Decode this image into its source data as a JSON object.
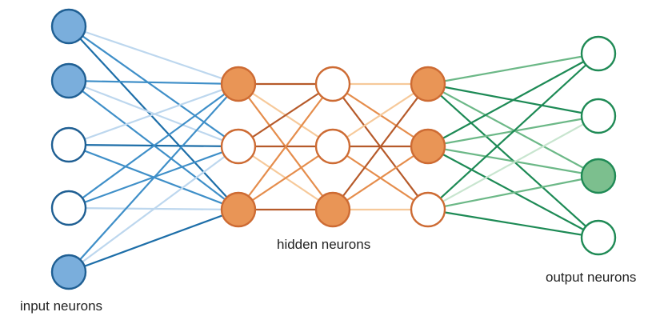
{
  "labels": {
    "input": "input neurons",
    "hidden": "hidden neurons",
    "output": "output neurons"
  },
  "colors": {
    "input_stroke": "#1f5f93",
    "input_active_fill": "#7aaedc",
    "input_edge_dark": "#1d6ea8",
    "input_edge_mid": "#3f8fc8",
    "input_edge_light": "#bdd7ee",
    "hidden_stroke": "#cd6b33",
    "hidden_active_fill": "#e99556",
    "hidden_edge_dark": "#b65a2a",
    "hidden_edge_mid": "#e58d4c",
    "hidden_edge_light": "#f6c99a",
    "output_stroke": "#1f8a55",
    "output_active_fill": "#7cbf8e",
    "output_edge_dark": "#1d8a55",
    "output_edge_mid": "#6cb887",
    "output_edge_light": "#c8e5cf",
    "inactive_fill": "#ffffff"
  },
  "network": {
    "layers": [
      {
        "name": "input",
        "neurons": [
          {
            "active": true
          },
          {
            "active": true
          },
          {
            "active": false
          },
          {
            "active": false
          },
          {
            "active": true
          }
        ]
      },
      {
        "name": "hidden-1",
        "neurons": [
          {
            "active": true
          },
          {
            "active": false
          },
          {
            "active": true
          }
        ]
      },
      {
        "name": "hidden-2",
        "neurons": [
          {
            "active": false
          },
          {
            "active": false
          },
          {
            "active": true
          }
        ]
      },
      {
        "name": "hidden-3",
        "neurons": [
          {
            "active": true
          },
          {
            "active": true
          },
          {
            "active": false
          }
        ]
      },
      {
        "name": "output",
        "neurons": [
          {
            "active": false
          },
          {
            "active": false
          },
          {
            "active": true
          },
          {
            "active": false
          }
        ]
      }
    ],
    "edge_groups": [
      {
        "from": 0,
        "to": 1,
        "shade": [
          [
            "light",
            "mid",
            "dark"
          ],
          [
            "mid",
            "light",
            "mid"
          ],
          [
            "light",
            "dark",
            "mid"
          ],
          [
            "mid",
            "mid",
            "light"
          ],
          [
            "mid",
            "light",
            "dark"
          ]
        ]
      },
      {
        "from": 1,
        "to": 2,
        "shade": [
          [
            "dark",
            "light",
            "mid"
          ],
          [
            "dark",
            "dark",
            "light"
          ],
          [
            "mid",
            "mid",
            "dark"
          ]
        ]
      },
      {
        "from": 2,
        "to": 3,
        "shade": [
          [
            "light",
            "mid",
            "dark"
          ],
          [
            "light",
            "dark",
            "mid"
          ],
          [
            "dark",
            "mid",
            "light"
          ]
        ]
      },
      {
        "from": 3,
        "to": 4,
        "shade": [
          [
            "mid",
            "dark",
            "mid",
            "dark"
          ],
          [
            "dark",
            "mid",
            "mid",
            "dark"
          ],
          [
            "dark",
            "light",
            "mid",
            "dark"
          ]
        ]
      }
    ]
  }
}
